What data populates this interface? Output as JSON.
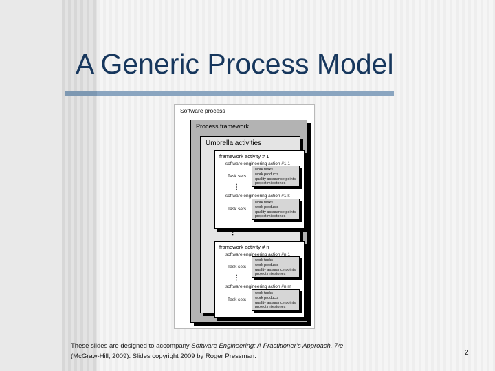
{
  "slide": {
    "title": "A Generic Process Model",
    "page_number": "2",
    "footer": {
      "line1_prefix": "These slides are designed to accompany ",
      "line1_italic": "Software Engineering: A Practitioner’s Approach, 7/e",
      "line2": "(McGraw-Hill, 2009). Slides copyright 2009 by Roger Pressman."
    },
    "colors": {
      "title_text": "#17375d",
      "title_rule": "#8aa5c0",
      "process_framework_fill": "#b3b3b3",
      "umbrella_fill": "#e4e4e4",
      "task_box_fill": "#d6d6d6"
    }
  },
  "diagram": {
    "software_process_label": "Software process",
    "process_framework_label": "Process framework",
    "umbrella_activities_label": "Umbrella activities",
    "ellipsis": "⋮",
    "activities": [
      {
        "title": "framework activity # 1",
        "sections": [
          {
            "action": "software engineering action #1.1",
            "task_label": "Task sets",
            "tasks": [
              "work tasks",
              "work products",
              "quality assurance points",
              "project milestones"
            ]
          },
          {
            "action": "software engineering action #1.k",
            "task_label": "Task sets",
            "tasks": [
              "work tasks",
              "work products",
              "quality assurance points",
              "project milestones"
            ]
          }
        ]
      },
      {
        "title": "framework activity # n",
        "sections": [
          {
            "action": "software engineering action #n.1",
            "task_label": "Task sets",
            "tasks": [
              "work tasks",
              "work products",
              "quality assurance points",
              "project milestones"
            ]
          },
          {
            "action": "software engineering action #n.m",
            "task_label": "Task sets",
            "tasks": [
              "work tasks",
              "work products",
              "quality assurance points",
              "project milestones"
            ]
          }
        ]
      }
    ]
  }
}
